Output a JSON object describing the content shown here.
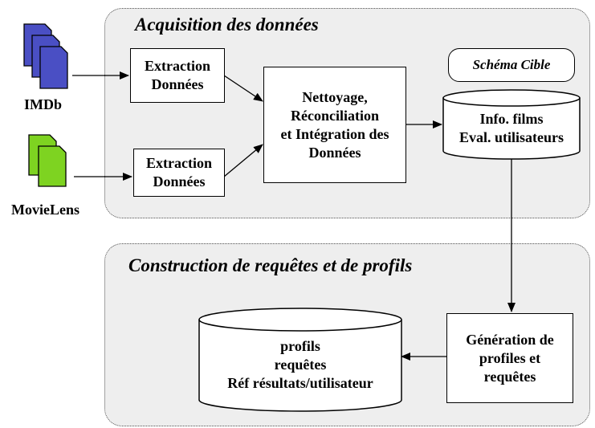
{
  "acquisition": {
    "title": "Acquisition des données",
    "sources": [
      {
        "label": "IMDb",
        "color": "#4a4fc4",
        "icon": "document-stack-icon"
      },
      {
        "label": "MovieLens",
        "color": "#7ed321",
        "icon": "document-stack-icon"
      }
    ],
    "extraction_lines": [
      "Extraction",
      "Données"
    ],
    "integration_lines": [
      "Nettoyage,",
      "Réconciliation",
      "et Intégration des",
      "Données"
    ],
    "target_schema_label": "Schéma Cible",
    "target_db_lines": [
      "Info. films",
      "Eval. utilisateurs"
    ]
  },
  "construction": {
    "title": "Construction de requêtes et de profils",
    "generation_lines": [
      "Génération de",
      "profiles et",
      "requêtes"
    ],
    "output_db_lines": [
      "profils",
      "requêtes",
      "Réf résultats/utilisateur"
    ]
  }
}
